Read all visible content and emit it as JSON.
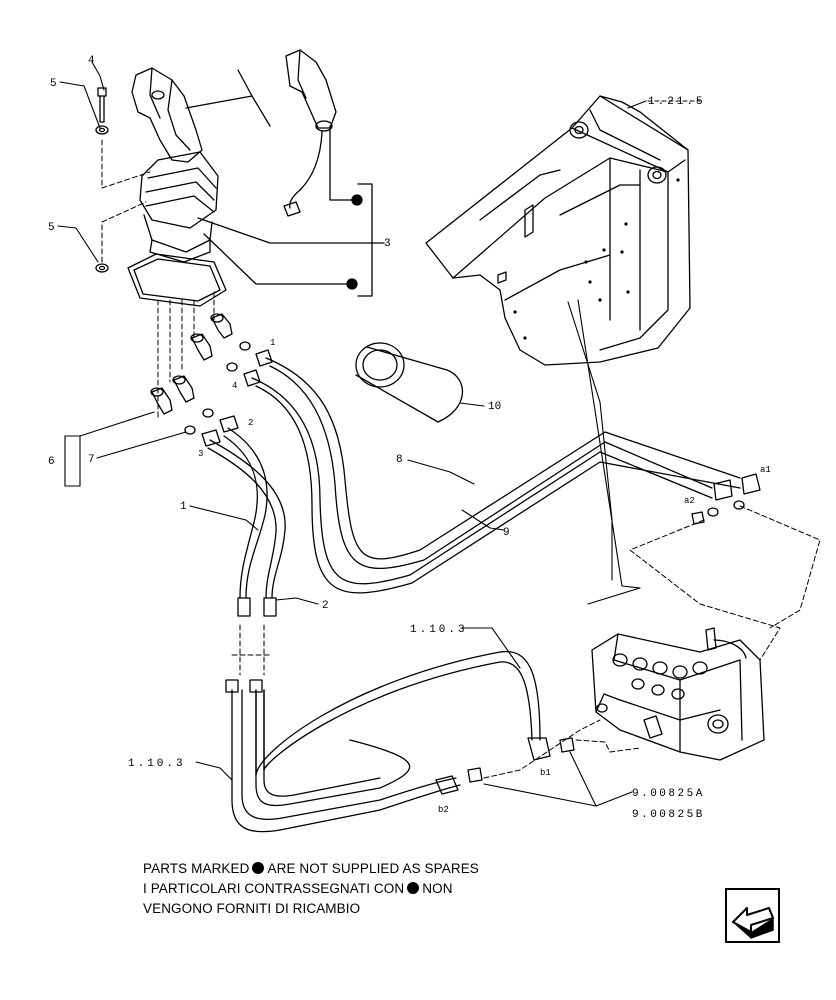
{
  "labels": {
    "p1": "1",
    "p2": "2",
    "p3": "3",
    "p4": "4",
    "p5a": "5",
    "p5b": "5",
    "p6": "6",
    "p7": "7",
    "p8": "8",
    "p9": "9",
    "p10": "10",
    "sub_1": "1",
    "sub_2": "2",
    "sub_3": "3",
    "sub_4": "4",
    "ref_1_21_5": "1.21.5",
    "ref_1_10_3_top": "1.10.3",
    "ref_1_10_3_left": "1.10.3",
    "ref_9_00825A": "9.00825A",
    "ref_9_00825B": "9.00825B",
    "port_a1": "a1",
    "port_a2": "a2",
    "port_b1": "b1",
    "port_b2": "b2"
  },
  "notes": {
    "line1_before": "PARTS MARKED",
    "line1_after": "ARE NOT SUPPLIED AS SPARES",
    "line2_before": "I PARTICOLARI  CONTRASSEGNATI  CON",
    "line2_after": "NON",
    "line3": "VENGONO FORNITI DI RICAMBIO"
  },
  "icons": {
    "nav": "arrow-left-page-icon",
    "dot": "filled-circle-icon"
  }
}
